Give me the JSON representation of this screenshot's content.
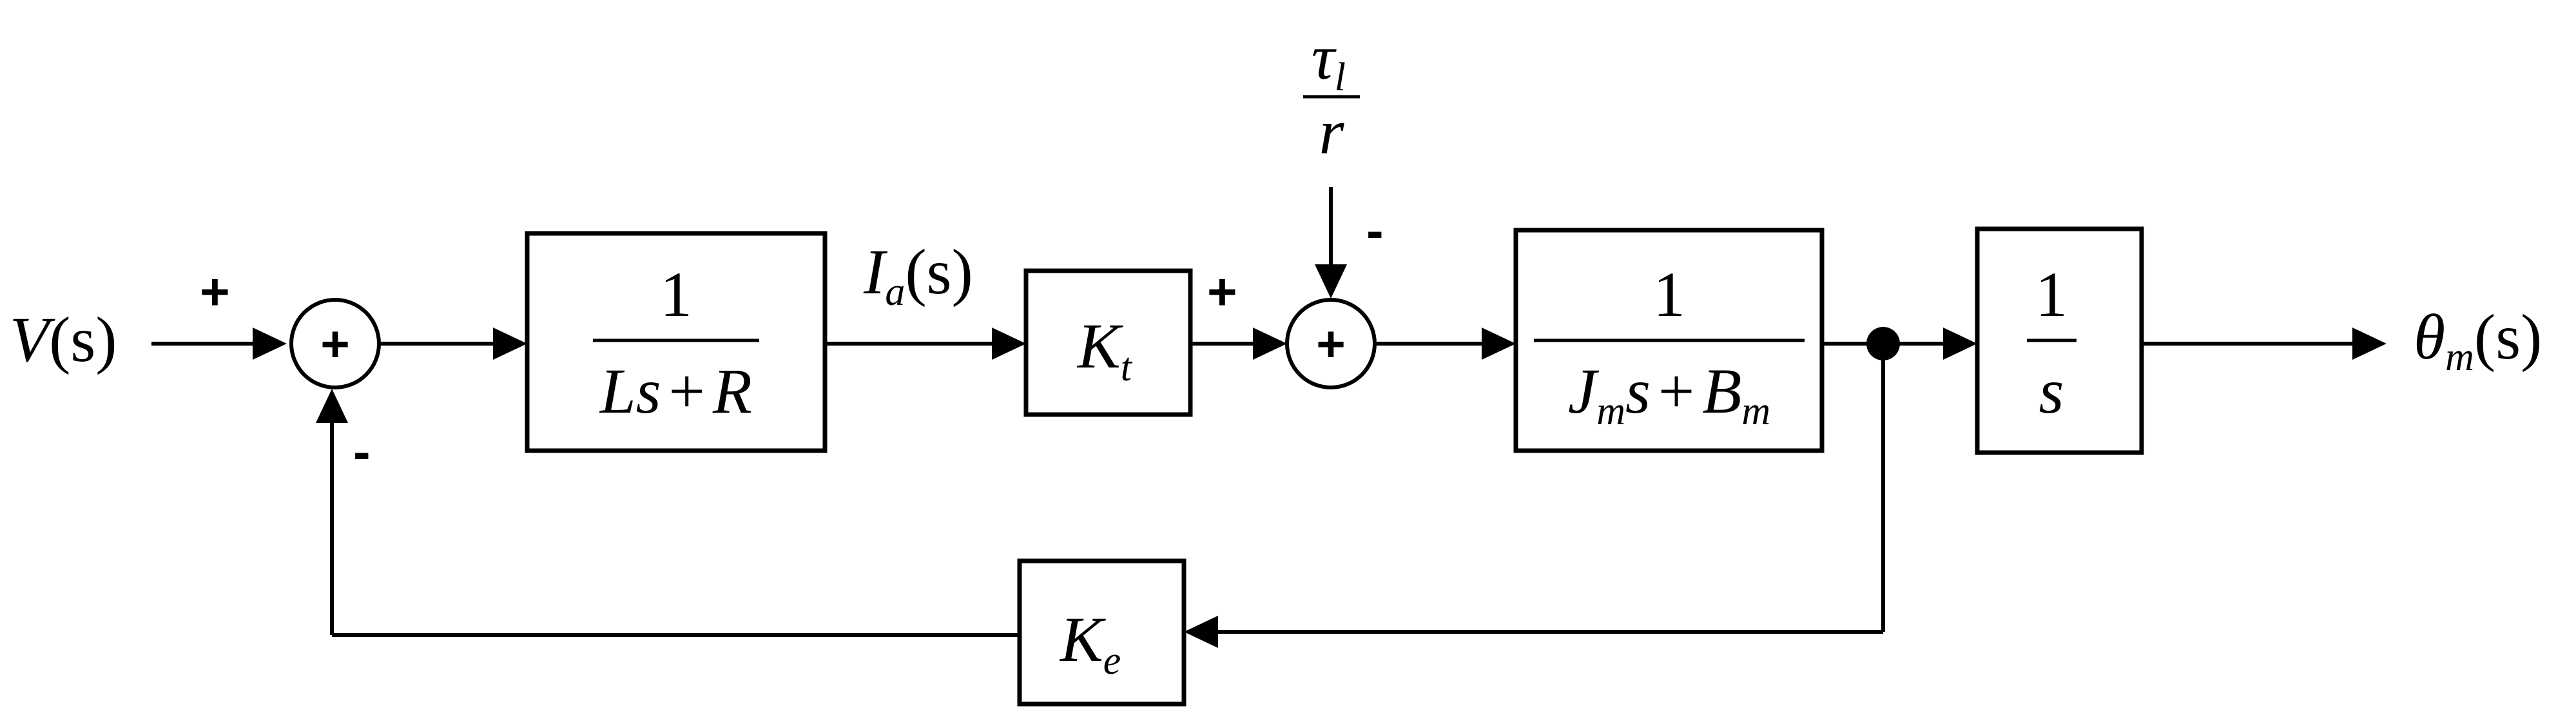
{
  "input": {
    "V": "V",
    "s": "(s)"
  },
  "current": {
    "I": "I",
    "sub": "a",
    "s": "(s)"
  },
  "output": {
    "theta": "θ",
    "sub": "m",
    "s": "(s)"
  },
  "disturbance": {
    "tau": "τ",
    "sub": "l",
    "r": "r"
  },
  "signs": {
    "sum1_plus": "+",
    "sum1_minus": "-",
    "sum2_plus": "+",
    "sum2_minus": "-",
    "sum_symbol": "+"
  },
  "blocks": {
    "electrical": {
      "num": "1",
      "den_L": "Ls",
      "den_op": "+",
      "den_R": "R"
    },
    "torque_const": {
      "K": "K",
      "sub": "t"
    },
    "mechanical": {
      "num": "1",
      "den_J": "J",
      "den_Jsub": "m",
      "den_s": "s",
      "den_op": "+",
      "den_B": "B",
      "den_Bsub": "m"
    },
    "integrator": {
      "num": "1",
      "den": "s"
    },
    "back_emf": {
      "K": "K",
      "sub": "e"
    }
  },
  "colors": {
    "line": "#000000",
    "background": "#ffffff"
  }
}
